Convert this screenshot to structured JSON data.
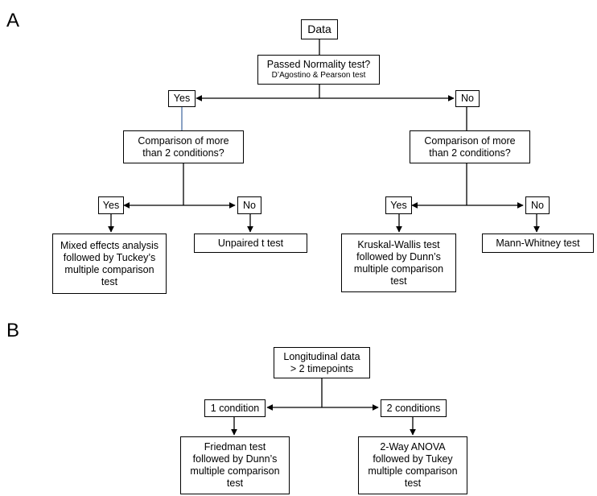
{
  "panel_a": {
    "label": "A",
    "data_box": "Data",
    "normality": {
      "title": "Passed Normality test?",
      "subtitle": "D’Agostino & Pearson test"
    },
    "yes_branch": {
      "label": "Yes",
      "comparison": [
        "Comparison  of more",
        "than 2 conditions?"
      ],
      "yes": "Yes",
      "no": "No",
      "yes_result": [
        "Mixed effects analysis",
        "followed by Tuckey’s",
        "multiple  comparison",
        "test"
      ],
      "no_result": "Unpaired  t test"
    },
    "no_branch": {
      "label": "No",
      "comparison": [
        "Comparison  of more",
        "than 2 conditions?"
      ],
      "yes": "Yes",
      "no": "No",
      "yes_result": [
        "Kruskal-Wallis test",
        "followed by Dunn’s",
        "multiple comparison",
        "test"
      ],
      "no_result": "Mann-Whitney test"
    }
  },
  "panel_b": {
    "label": "B",
    "root": [
      "Longitudinal data",
      "> 2 timepoints"
    ],
    "one_condition": "1 condition",
    "two_conditions": "2 conditions",
    "one_result": [
      "Friedman test",
      "followed by Dunn’s",
      "multiple comparison",
      "test"
    ],
    "two_result": [
      "2-Way ANOVA",
      "followed by Tukey",
      "multiple comparison",
      "test"
    ]
  }
}
